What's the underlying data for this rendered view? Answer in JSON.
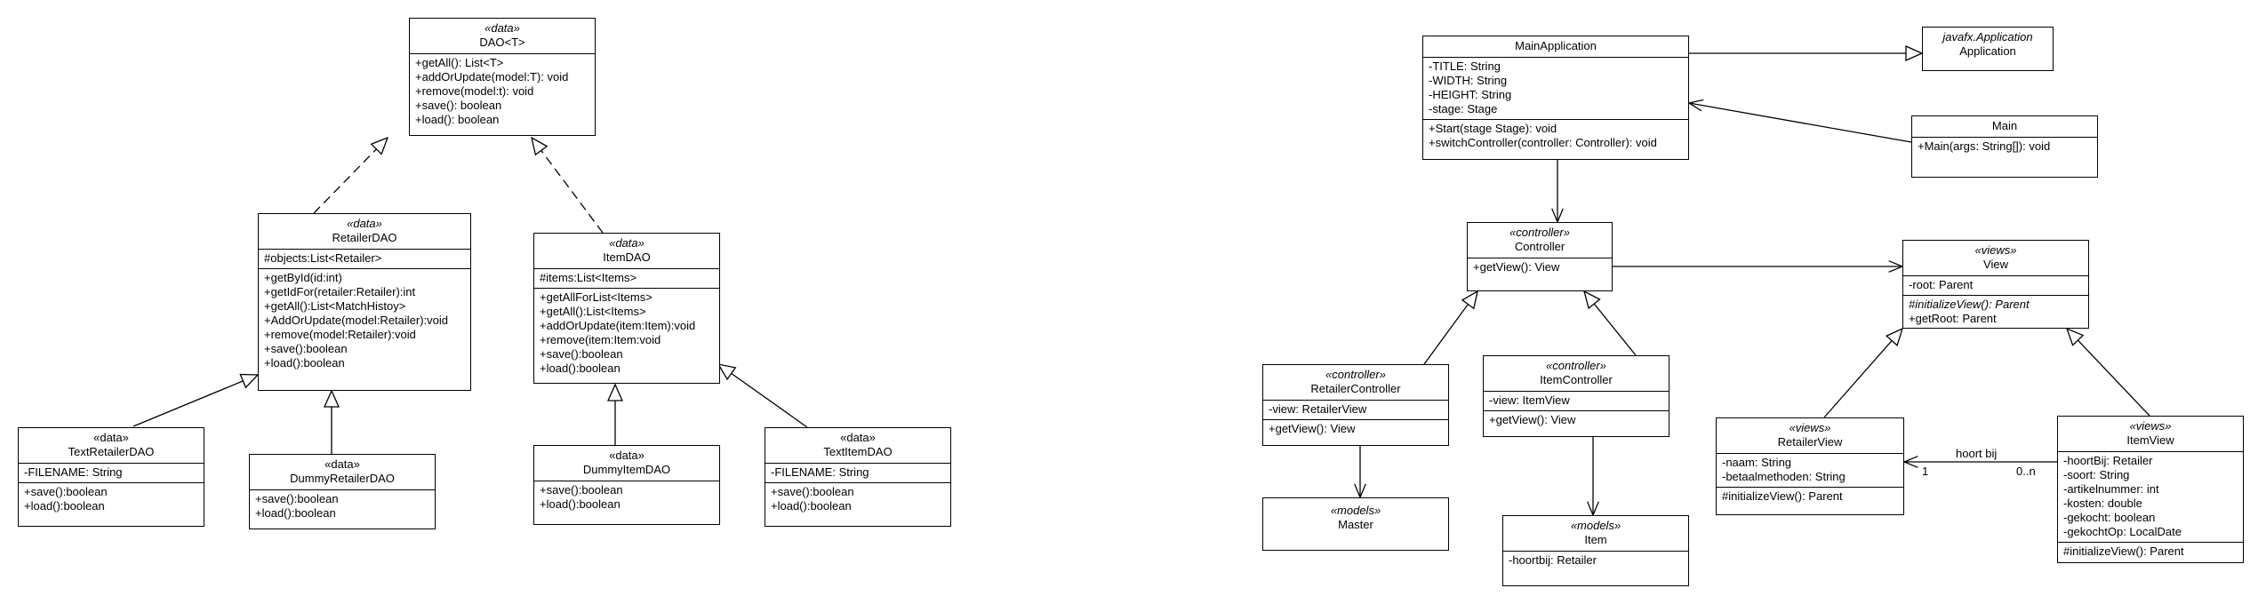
{
  "classes": {
    "dao": {
      "stereotype": "«data»",
      "name": "DAO<T>",
      "methods": [
        "+getAll(): List<T>",
        "+addOrUpdate(model:T): void",
        "+remove(model:t): void",
        "+save(): boolean",
        "+load(): boolean"
      ]
    },
    "retailer_dao": {
      "stereotype": "«data»",
      "name": "RetailerDAO",
      "attributes": [
        "#objects:List<Retailer>"
      ],
      "methods": [
        "+getById(id:int)",
        "+getIdFor(retailer:Retailer):int",
        "+getAll():List<MatchHistoy>",
        "+AddOrUpdate(model:Retailer):void",
        "+remove(model:Retailer):void",
        "+save():boolean",
        "+load():boolean"
      ]
    },
    "item_dao": {
      "stereotype": "«data»",
      "name": "ItemDAO",
      "attributes": [
        "#items:List<Items>"
      ],
      "methods": [
        "+getAllForList<Items>",
        "+getAll():List<Items>",
        "+addOrUpdate(item:Item):void",
        "+remove(item:Item:void",
        "+save():boolean",
        "+load():boolean"
      ]
    },
    "text_retailer_dao": {
      "stereotype": "«data»",
      "name": "TextRetailerDAO",
      "attributes": [
        "-FILENAME: String"
      ],
      "methods": [
        "+save():boolean",
        "+load():boolean"
      ]
    },
    "dummy_retailer_dao": {
      "stereotype": "«data»",
      "name": "DummyRetailerDAO",
      "methods": [
        "+save():boolean",
        "+load():boolean"
      ]
    },
    "dummy_item_dao": {
      "stereotype": "«data»",
      "name": "DummyItemDAO",
      "methods": [
        "+save():boolean",
        "+load():boolean"
      ]
    },
    "text_item_dao": {
      "stereotype": "«data»",
      "name": "TextItemDAO",
      "attributes": [
        "-FILENAME: String"
      ],
      "methods": [
        "+save():boolean",
        "+load():boolean"
      ]
    },
    "main_application": {
      "name": "MainApplication",
      "attributes": [
        "-TITLE: String",
        "-WIDTH: String",
        "-HEIGHT: String",
        "-stage: Stage"
      ],
      "methods": [
        "+Start(stage Stage): void",
        "+switchController(controller: Controller): void"
      ]
    },
    "application": {
      "stereotype": "javafx.Application",
      "name": "Application"
    },
    "main": {
      "name": "Main",
      "methods": [
        "+Main(args: String[]): void"
      ]
    },
    "controller": {
      "stereotype": "«controller»",
      "name": "Controller",
      "methods": [
        "+getView(): View"
      ]
    },
    "view": {
      "stereotype": "«views»",
      "name": "View",
      "attributes": [
        "-root: Parent"
      ],
      "methods": [
        "#initializeView(): Parent",
        "+getRoot: Parent"
      ]
    },
    "retailer_controller": {
      "stereotype": "«controller»",
      "name": "RetailerController",
      "attributes": [
        "-view: RetailerView"
      ],
      "methods": [
        "+getView(): View"
      ]
    },
    "item_controller": {
      "stereotype": "«controller»",
      "name": "ItemController",
      "attributes": [
        "-view: ItemView"
      ],
      "methods": [
        "+getView(): View"
      ]
    },
    "master": {
      "stereotype": "«models»",
      "name": "Master"
    },
    "item": {
      "stereotype": "«models»",
      "name": "Item",
      "attributes": [
        "-hoortbij: Retailer"
      ]
    },
    "retailer_view": {
      "stereotype": "«views»",
      "name": "RetailerView",
      "attributes": [
        "-naam: String",
        "-betaalmethoden: String"
      ],
      "methods": [
        "#initializeView(): Parent"
      ]
    },
    "item_view": {
      "stereotype": "«views»",
      "name": "ItemView",
      "attributes": [
        "-hoortBij: Retailer",
        "-soort: String",
        "-artikelnummer: int",
        "-kosten: double",
        "-gekocht: boolean",
        "-gekochtOp: LocalDate"
      ],
      "methods": [
        "#initializeView(): Parent"
      ]
    }
  },
  "association": {
    "label": "hoort bij",
    "source_multiplicity": "1",
    "target_multiplicity": "0..n"
  }
}
